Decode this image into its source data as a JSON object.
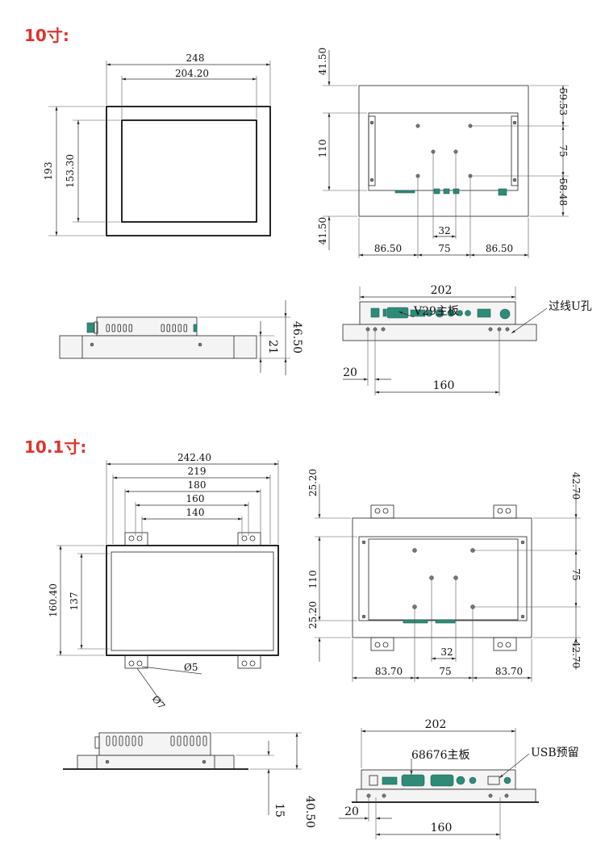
{
  "section_10": {
    "title": "10寸:",
    "front": {
      "width": "248",
      "inner_width": "204.20",
      "height": "193",
      "inner_height": "153.30"
    },
    "back": {
      "top": "41.50",
      "mid": "110",
      "bottom": "41.50",
      "r_top": "59.53",
      "r_mid": "75",
      "r_bot": "58.48",
      "hole_gap": "32",
      "left": "86.50",
      "center": "75",
      "right": "86.50"
    },
    "side": {
      "total": "46.50",
      "bezel": "21"
    },
    "bottom_view": {
      "width": "202",
      "board_label": "V29主板",
      "hole_label": "过线U孔",
      "offset": "20",
      "span": "160"
    }
  },
  "section_101": {
    "title": "10.1寸:",
    "front": {
      "w1": "242.40",
      "w2": "219",
      "w3": "180",
      "w4": "160",
      "w5": "140",
      "height": "160.40",
      "inner_height": "137",
      "hole_a": "Ø5",
      "hole_b": "Ø7"
    },
    "back": {
      "top": "25.20",
      "mid": "110",
      "bottom": "25.20",
      "r_top": "42.70",
      "r_mid": "75",
      "r_bot": "42.70",
      "hole_gap": "32",
      "left": "83.70",
      "center": "75",
      "right": "83.70"
    },
    "side": {
      "total": "40.50",
      "bezel": "15"
    },
    "bottom_view": {
      "width": "202",
      "board_label": "68676主板",
      "usb_label": "USB预留",
      "offset": "20",
      "span": "160"
    }
  }
}
